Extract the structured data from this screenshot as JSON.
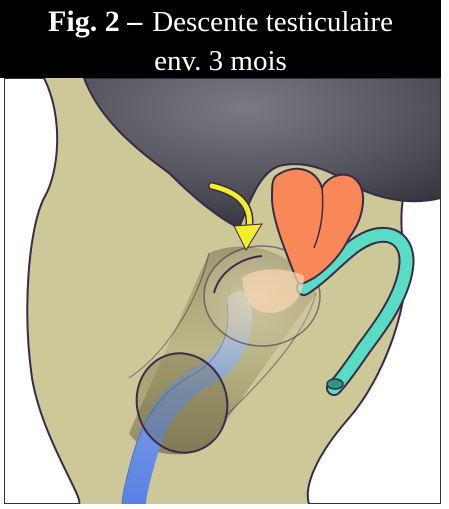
{
  "caption": {
    "fig_number": "Fig. 2 –",
    "title_line1": "Descente testiculaire",
    "title_line2": "env. 3 mois"
  },
  "colors": {
    "caption_bg": "#000000",
    "caption_text": "#ffffff",
    "tissue": "#ccc898",
    "outline": "#3a2a4a",
    "abdominal_cavity": "#5a5a62",
    "testis": "#f88858",
    "vas_deferens": "#58dcc4",
    "gubernaculum": "#6a8ee8",
    "descent_arrow": "#f4ee28"
  },
  "icons": {
    "descent_arrow": "curved-arrow-down-icon"
  }
}
